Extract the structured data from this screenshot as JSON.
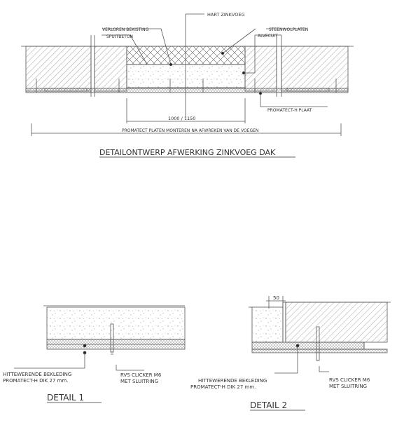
{
  "top_drawing": {
    "labels": {
      "hart_zinkvoeg": "HART ZINKVOEG",
      "verloren_bekisting": "VERLOREN BEKISTING",
      "spuitbeton": "SPUITBETON",
      "steenwolplaten": "STEENWOLPLATEN",
      "alvecuit": "ALVECUIT",
      "dimension": "1000 / 1150",
      "promatect_h_plaat": "PROMATECT-H PLAAT",
      "span_note": "PROMATECT PLATEN MONTEREN NA AFWREKEN VAN DE VOEGEN"
    },
    "title": "DETAILONTWERP AFWERKING ZINKVOEG DAK"
  },
  "detail1": {
    "label_left_line1": "HITTEWERENDE BEKLEDING",
    "label_left_line2": "PROMATECT-H DIK 27 mm.",
    "label_right_line1": "RVS CLICKER M6",
    "label_right_line2": "MET SLUITRING",
    "title": "DETAIL 1"
  },
  "detail2": {
    "dimension": "50",
    "label_left_line1": "HITTEWERENDE BEKLEDING",
    "label_left_line2": "PROMATECT-H DIK 27 mm.",
    "label_right_line1": "RVS CLICKER M6",
    "label_right_line2": "MET SLUITRING",
    "title": "DETAIL 2"
  }
}
